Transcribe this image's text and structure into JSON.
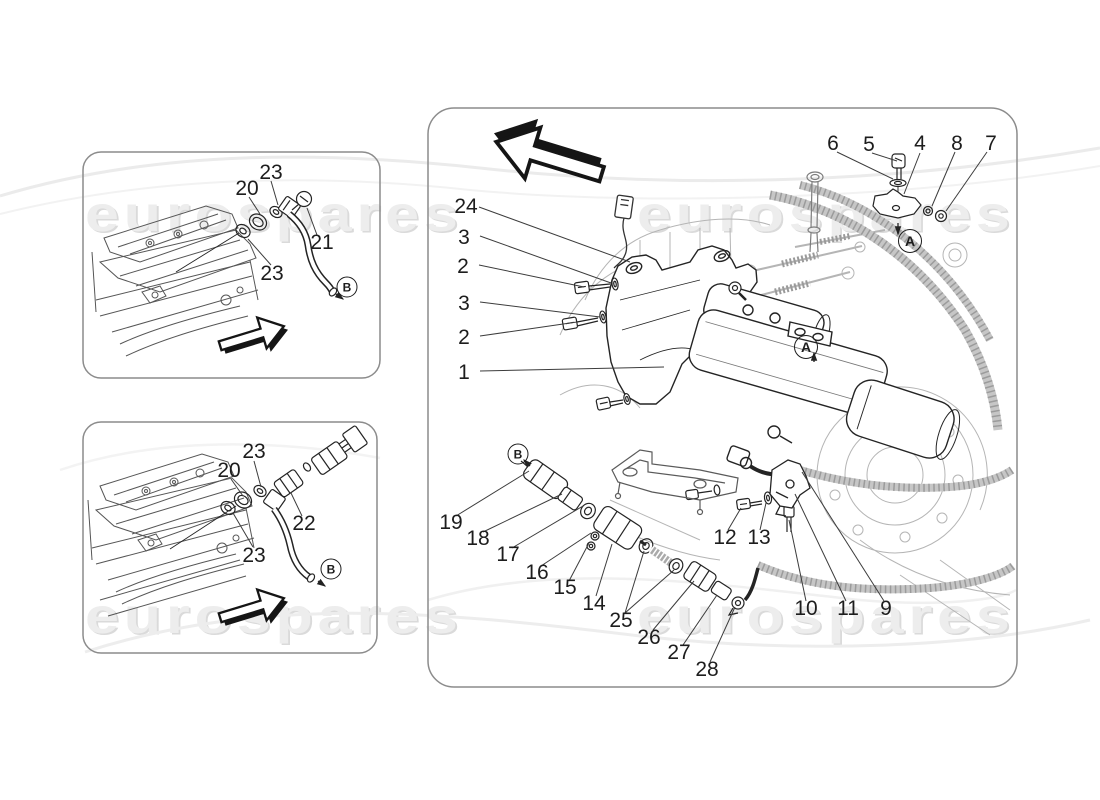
{
  "watermark": {
    "text": "eurospares"
  },
  "markers": {
    "a": "A",
    "b": "B"
  },
  "panel_top_left": {
    "callouts": {
      "c23_upper": "23",
      "c20": "20",
      "c21": "21",
      "c23_lower": "23"
    }
  },
  "panel_bottom_left": {
    "callouts": {
      "c23_upper": "23",
      "c20": "20",
      "c22": "22",
      "c23_lower": "23"
    }
  },
  "panel_main": {
    "left_callouts": {
      "c24": "24",
      "c3_upper": "3",
      "c2_upper": "2",
      "c3_lower": "3",
      "c2_lower": "2",
      "c1": "1"
    },
    "top_right_callouts": {
      "c6": "6",
      "c5": "5",
      "c4": "4",
      "c8": "8",
      "c7": "7"
    },
    "valve_callouts": {
      "c19": "19",
      "c18": "18",
      "c17": "17",
      "c16": "16",
      "c15": "15",
      "c14": "14",
      "c25": "25",
      "c26": "26",
      "c27": "27",
      "c28": "28"
    },
    "bracket_callouts": {
      "c12": "12",
      "c13": "13",
      "c10": "10",
      "c11": "11",
      "c9": "9"
    }
  }
}
